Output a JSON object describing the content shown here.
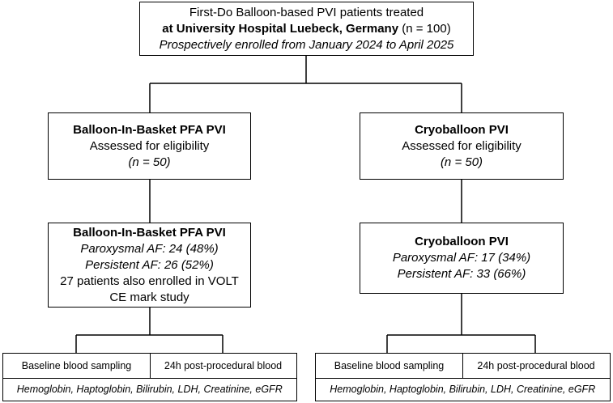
{
  "top": {
    "line1": "First-Do Balloon-based PVI patients treated",
    "line2_bold": "at University Hospital Luebeck, Germany",
    "line2_rest": " (n = 100)",
    "line3": "Prospectively enrolled from January 2024 to April 2025"
  },
  "left_eligibility": {
    "title": "Balloon-In-Basket PFA PVI",
    "line2": "Assessed for eligibility",
    "n": "(n = 50)"
  },
  "right_eligibility": {
    "title": "Cryoballoon PVI",
    "line2": "Assessed for eligibility",
    "n": "(n = 50)"
  },
  "left_group": {
    "title": "Balloon-In-Basket PFA PVI",
    "paroxysmal": "Paroxysmal AF: 24 (48%)",
    "persistent": "Persistent AF: 26 (52%)",
    "note1": "27 patients also enrolled in VOLT",
    "note2": "CE mark study"
  },
  "right_group": {
    "title": "Cryoballoon PVI",
    "paroxysmal": "Paroxysmal AF: 17 (34%)",
    "persistent": "Persistent AF: 33 (66%)"
  },
  "left_sampling": {
    "baseline": "Baseline blood sampling",
    "post": "24h post-procedural blood",
    "markers": "Hemoglobin, Haptoglobin, Bilirubin, LDH, Creatinine, eGFR"
  },
  "right_sampling": {
    "baseline": "Baseline blood sampling",
    "post": "24h post-procedural blood",
    "markers": "Hemoglobin, Haptoglobin, Bilirubin, LDH, Creatinine, eGFR"
  }
}
